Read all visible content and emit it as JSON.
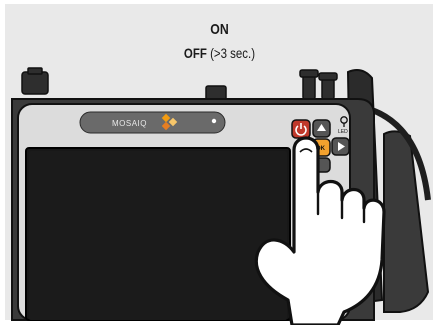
{
  "caption": {
    "on_label": "ON",
    "off_label": "OFF",
    "off_detail": "(>3 sec.)"
  },
  "device": {
    "brand_label": "MOSAIQ",
    "led_label": "LED",
    "enter_key_label": "OK"
  },
  "colors": {
    "background": "#e9e9e9",
    "body": "#3a3a3a",
    "screen": "#181818",
    "power_button": "#c0392b",
    "enter_key": "#f2a12e",
    "logo_accent": "#f39c12",
    "hand_fill": "#ffffff",
    "outline": "#111111"
  },
  "icons": [
    "power-icon",
    "arrow-up-icon",
    "arrow-right-icon",
    "arrow-down-icon",
    "led-icon",
    "hand-pointer-icon"
  ]
}
